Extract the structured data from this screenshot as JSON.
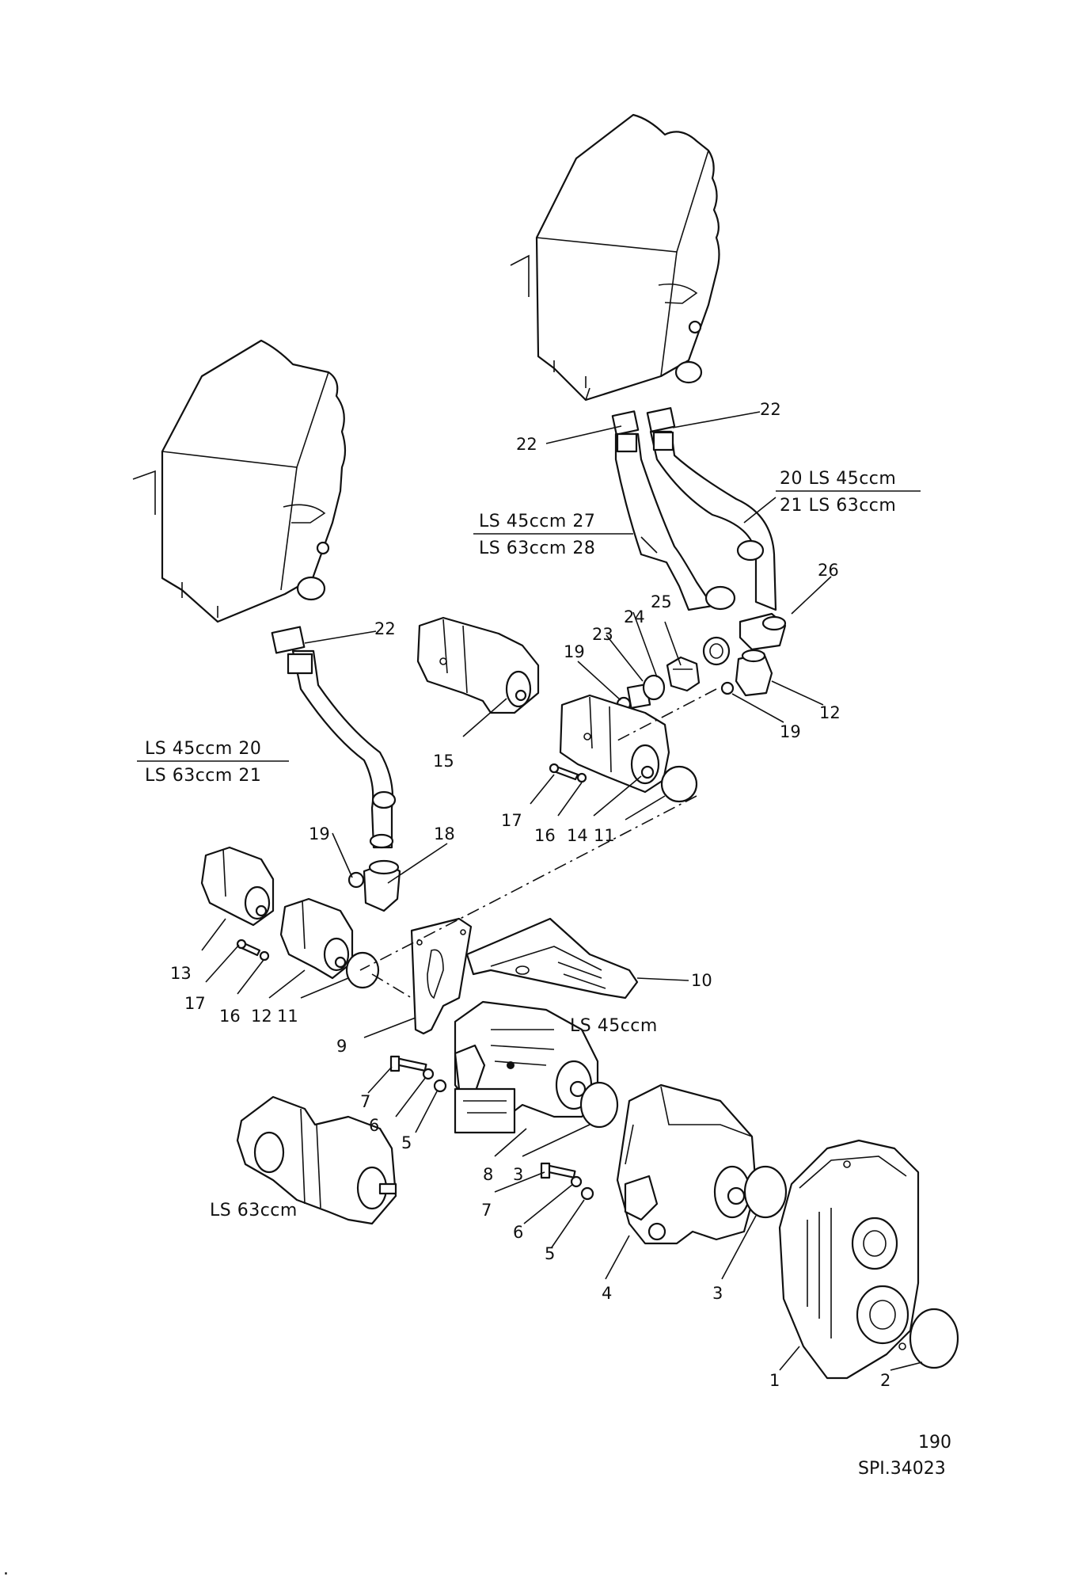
{
  "drawing": {
    "page_number": "190",
    "reference_code": "SPI.34023",
    "corner_mark": "."
  },
  "notes": {
    "left_hose": [
      "LS 45ccm  20",
      "LS 63ccm  21"
    ],
    "right_hose_left": [
      "LS 45ccm  27",
      "LS 63ccm  28"
    ],
    "right_hose_right": [
      "20  LS 45ccm",
      "21  LS 63ccm"
    ],
    "pump_45": "LS 45ccm",
    "pump_63": "LS 63ccm"
  },
  "callouts": {
    "c1": "1",
    "c2": "2",
    "c3a": "3",
    "c3b": "3",
    "c4": "4",
    "c5a": "5",
    "c5b": "5",
    "c6a": "6",
    "c6b": "6",
    "c7a": "7",
    "c7b": "7",
    "c8": "8",
    "c9": "9",
    "c10": "10",
    "c11a": "11",
    "c11b": "11",
    "c12a": "12",
    "c12b": "12",
    "c13": "13",
    "c14": "14",
    "c15": "15",
    "c16a": "16",
    "c16b": "16",
    "c17a": "17",
    "c17b": "17",
    "c18": "18",
    "c19a": "19",
    "c19b": "19",
    "c19c": "19",
    "c22a": "22",
    "c22b": "22",
    "c22c": "22",
    "c23": "23",
    "c24": "24",
    "c25": "25",
    "c26": "26"
  }
}
